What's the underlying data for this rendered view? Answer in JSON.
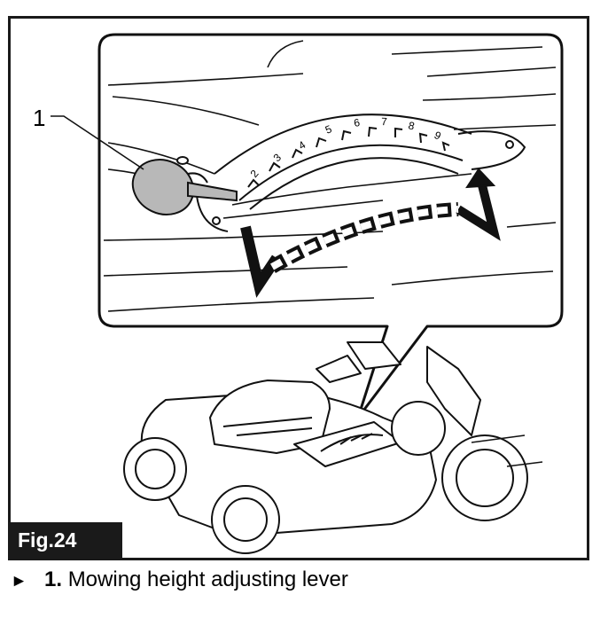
{
  "figure": {
    "label": "Fig.24",
    "callout_number": "1"
  },
  "dial_ticks": [
    "2",
    "3",
    "4",
    "5",
    "6",
    "7",
    "8",
    "9"
  ],
  "caption": {
    "bullet": "►",
    "number": "1.",
    "text": "Mowing height adjusting lever"
  }
}
